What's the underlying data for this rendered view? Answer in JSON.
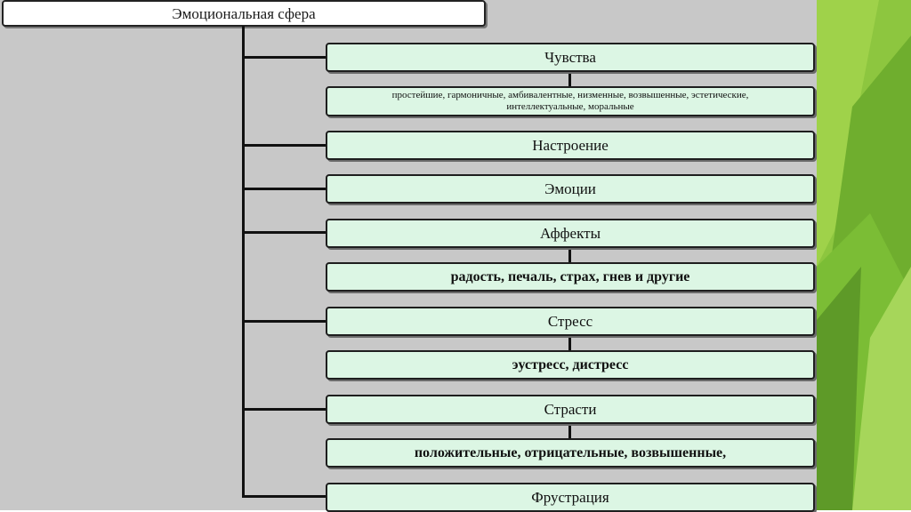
{
  "diagram": {
    "root": "Эмоциональная сфера",
    "items": [
      {
        "label": "Чувства",
        "detail": "простейшие, гармоничные, амбивалентные, низменные, возвышенные, эстетические, интеллектуальные, моральные"
      },
      {
        "label": "Настроение"
      },
      {
        "label": "Эмоции"
      },
      {
        "label": "Аффекты",
        "detail": "радость, печаль, страх, гнев и другие"
      },
      {
        "label": "Стресс",
        "detail": "эустресс, дистресс"
      },
      {
        "label": "Страсти",
        "detail": "положительные, отрицательные, возвышенные,"
      },
      {
        "label": "Фрустрация"
      }
    ]
  },
  "colors": {
    "background": "#c8c8c8",
    "box_fill": "#dcf6e4",
    "accent_green": "#8cc63f"
  }
}
